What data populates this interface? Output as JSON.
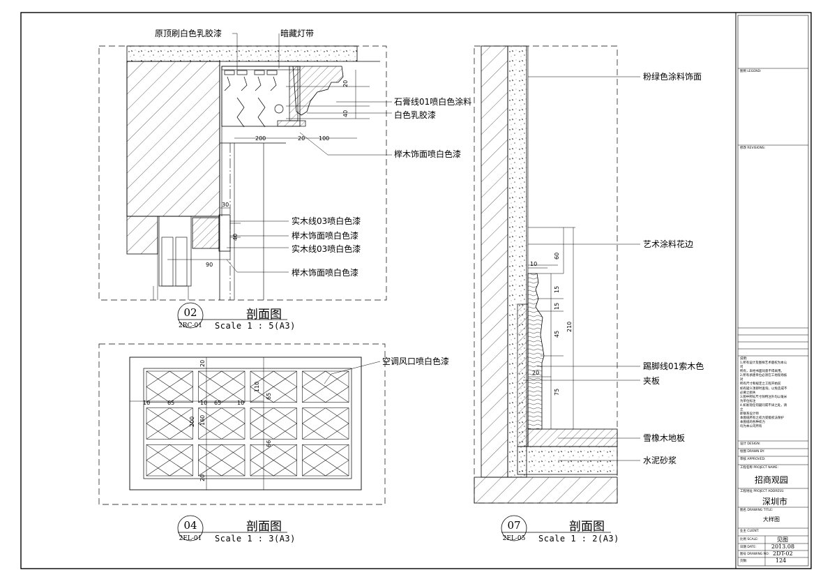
{
  "sections": {
    "s02": {
      "number": "02",
      "ref": "2RC-01",
      "title": "剖面图",
      "scale": "Scale 1 : 5(A3)"
    },
    "s04": {
      "number": "04",
      "ref": "2EL-01",
      "title": "剖面图",
      "scale": "Scale 1 : 3(A3)"
    },
    "s07": {
      "number": "07",
      "ref": "2EL-05",
      "title": "剖面图",
      "scale": "Scale 1 : 2(A3)"
    }
  },
  "labels": {
    "ceiling_paint": "原顶刷白色乳胶漆",
    "hidden_light": "暗藏灯带",
    "plaster_line": "石膏线01喷白色涂料",
    "white_latex": "白色乳胶漆",
    "beech_1": "榉木饰面喷白色漆",
    "solid_wood_1": "实木线03喷白色漆",
    "beech_2": "榉木饰面喷白色漆",
    "solid_wood_2": "实木线03喷白色漆",
    "beech_3": "榉木饰面喷白色漆",
    "ac_vent": "空调风口喷白色漆",
    "green_paint": "粉绿色涂料饰面",
    "art_paint": "艺术涂料花边",
    "skirting": "踢脚线01索木色",
    "plywood": "夹板",
    "oak_floor": "雪橡木地板",
    "cement": "水泥砂浆"
  },
  "dims": {
    "d02": [
      "20",
      "40",
      "200",
      "20",
      "100",
      "30",
      "40",
      "90"
    ],
    "d04": [
      "20",
      "10",
      "65",
      "10",
      "65",
      "10",
      "110",
      "65",
      "200",
      "160",
      "66",
      "20"
    ],
    "d07": [
      "60",
      "10",
      "15",
      "15",
      "210",
      "45",
      "20",
      "75"
    ]
  },
  "title_block": {
    "legend_label": "图例 LEGEND:",
    "revisions_label": "修改 REVISIONS:",
    "notes_label": "说明:",
    "notes": "1.所有设计及图样艺术版权为本公司\n所有，未经书面同意不得采用。\n2.所有承建单位必须在工地现场核对\n所有尺寸和规定之工程开始前\n如有疑义须即时查询，以免造成不\n必要之损失\n3.图中所标尺寸除特注外均以毫米\n为单位标注\n4.如发现任何疑问或不详之处，请立\n即联系设计师\n本图纸所有之权力受版权法保护\n本图纸的各种权力\n均为本公司所有",
    "design_label": "设计 DESIGN:",
    "drawn_label": "绘图 DRAWN BY:",
    "approved_label": "审核 APPROVED:",
    "project_label": "工程名称 PROJECT NAME:",
    "project_name": "招商观园",
    "address_label": "工程地址 PROJECT ADDRESS:",
    "address": "深圳市",
    "drawing_title_label": "图名 DRAWING TITLE:",
    "drawing_title": "大样图",
    "client_label": "业主 CLIENT:",
    "scale_label": "比例 SCALE:",
    "scale_value": "见图",
    "date_label": "日期 DATE:",
    "date_value": "2013.08",
    "drawing_no_label": "图号 DRAWING NO:",
    "drawing_no": "2DT-02",
    "page_label": "页数:",
    "page_value": "124"
  }
}
